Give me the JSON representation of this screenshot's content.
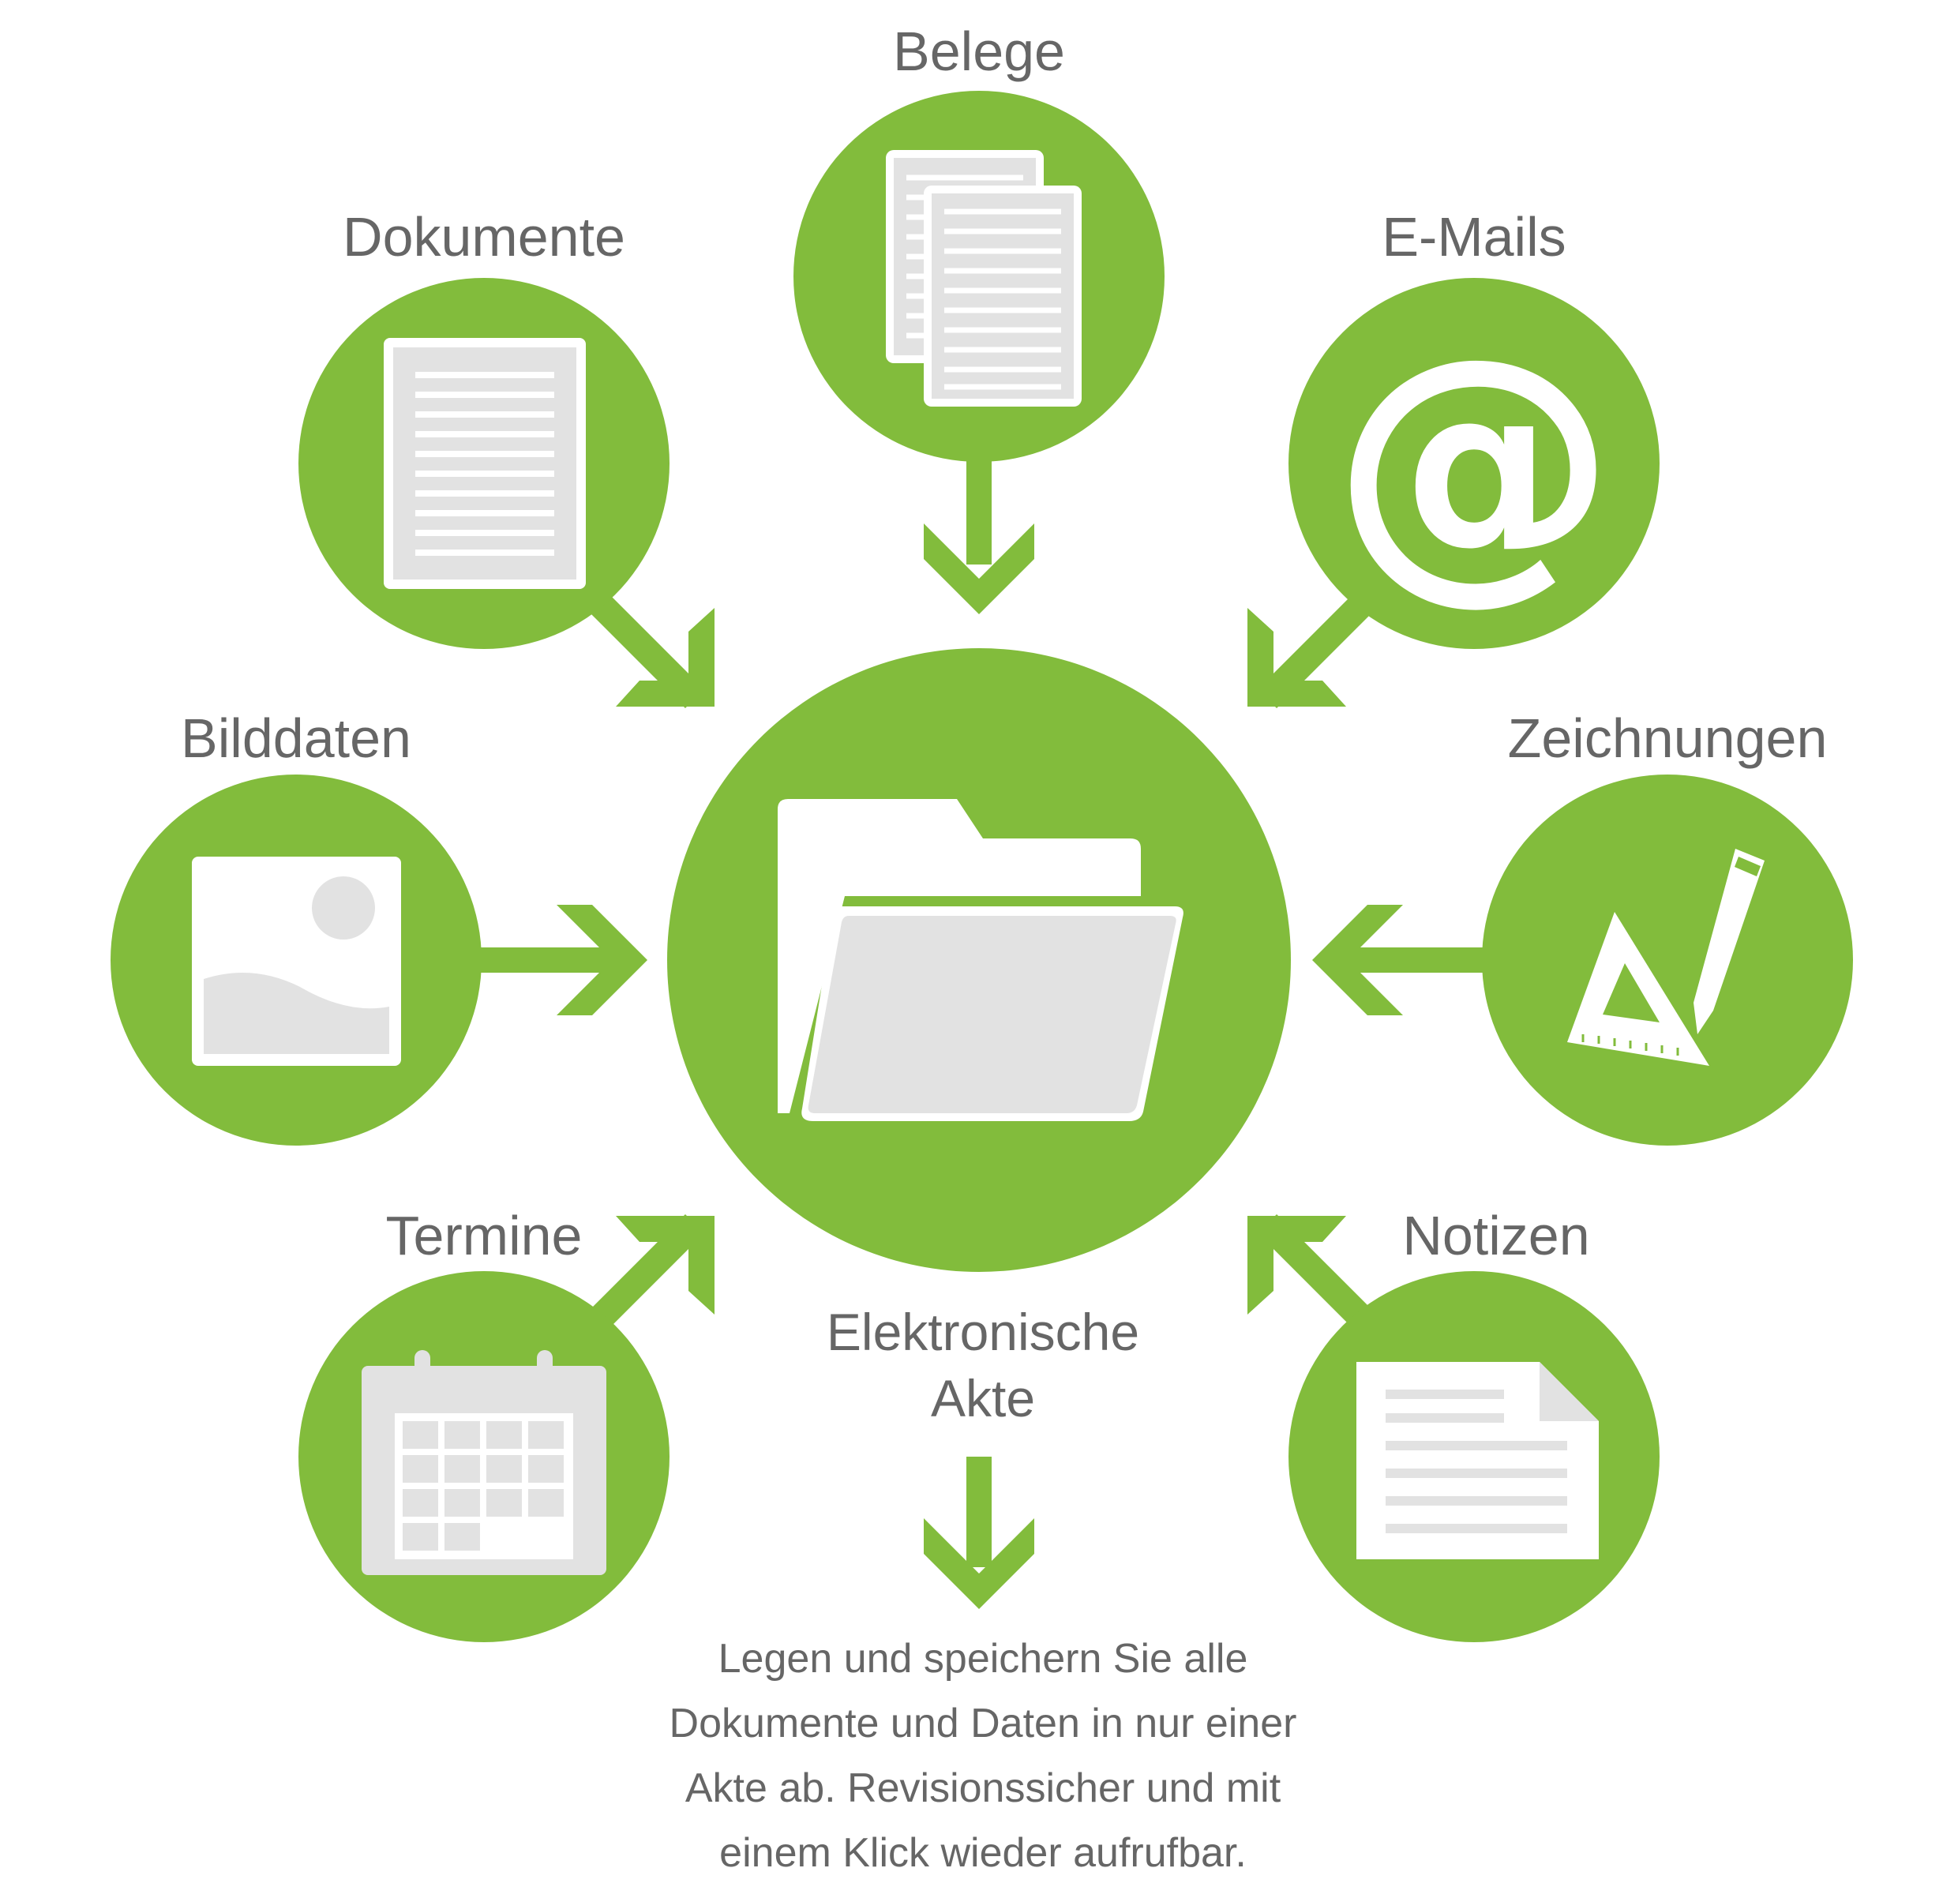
{
  "colors": {
    "green": "#82BC3C",
    "icon_gray": "#E2E2E2",
    "text_gray": "#666666"
  },
  "center": {
    "icon": "folder-icon",
    "title_lines": [
      "Elektronische",
      "Akte"
    ]
  },
  "sources": [
    {
      "key": "belege",
      "label": "Belege",
      "icon": "receipts-icon"
    },
    {
      "key": "dokumente",
      "label": "Dokumente",
      "icon": "document-icon"
    },
    {
      "key": "emails",
      "label": "E-Mails",
      "icon": "at-sign-icon"
    },
    {
      "key": "bilddaten",
      "label": "Bilddaten",
      "icon": "image-icon"
    },
    {
      "key": "zeichnungen",
      "label": "Zeichnungen",
      "icon": "drawing-tools-icon"
    },
    {
      "key": "termine",
      "label": "Termine",
      "icon": "calendar-icon"
    },
    {
      "key": "notizen",
      "label": "Notizen",
      "icon": "note-icon"
    }
  ],
  "description_lines": [
    "Legen und speichern Sie alle",
    "Dokumente und Daten in nur einer",
    "Akte ab. Revisionssicher und mit",
    "einem Klick wieder aufrufbar."
  ]
}
